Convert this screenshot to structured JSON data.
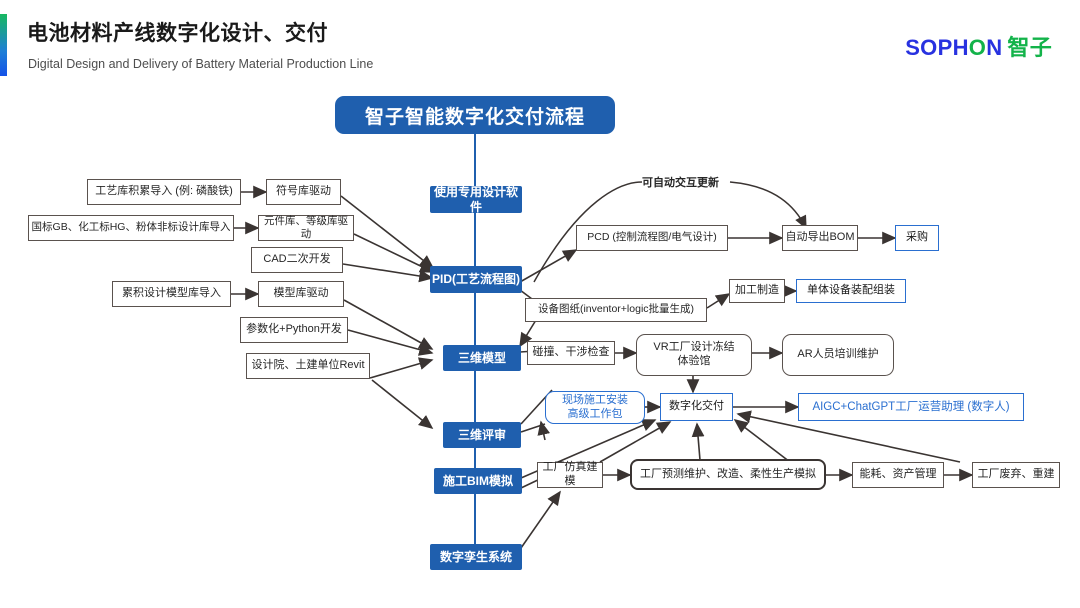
{
  "header": {
    "title_cn": "电池材料产线数字化设计、交付",
    "title_en": "Digital Design and Delivery of Battery Material Production Line",
    "logo_main": "SOPH",
    "logo_o1": "O",
    "logo_o2": "O",
    "logo_n": "N",
    "logo_cn": "智子",
    "accent_green": "#13b34a",
    "accent_blue": "#2832e0"
  },
  "banner": {
    "label": "智子智能数字化交付流程",
    "color": "#1f5fae"
  },
  "stages": [
    {
      "label": "使用专用设计软件"
    },
    {
      "label": "PID(工艺流程图)"
    },
    {
      "label": "三维模型"
    },
    {
      "label": "三维评审"
    },
    {
      "label": "施工BIM模拟"
    },
    {
      "label": "数字孪生系统"
    }
  ],
  "inputs": [
    {
      "label": "工艺库积累导入 (例: 磷酸铁)"
    },
    {
      "label": "国标GB、化工标HG、粉体非标设计库导入"
    },
    {
      "label": "累积设计模型库导入"
    }
  ],
  "drivers": [
    {
      "label": "符号库驱动"
    },
    {
      "label": "元件库、等级库驱动"
    },
    {
      "label": "CAD二次开发"
    },
    {
      "label": "模型库驱动"
    },
    {
      "label": "参数化+Python开发"
    },
    {
      "label": "设计院、土建单位Revit"
    }
  ],
  "right_top": {
    "curve_label": "可自动交互更新",
    "pcd": "PCD (控制流程图/电气设计)",
    "bom": "自动导出BOM",
    "purchase": "采购"
  },
  "right_mid": {
    "drawings": "设备图纸(inventor+logic批量生成)",
    "manufacture": "加工制造",
    "assembly": "单体设备装配组装",
    "clash": "碰撞、干涉检查",
    "vr": "VR工厂设计冻结\n体验馆",
    "vr_line1": "VR工厂设计冻结",
    "vr_line2": "体验馆",
    "ar": "AR人员培训维护"
  },
  "delivery_row": {
    "workpack_line1": "现场施工安装",
    "workpack_line2": "高级工作包",
    "digital_delivery": "数字化交付",
    "aigc": "AIGC+ChatGPT工厂运营助理 (数字人)"
  },
  "bottom_row": [
    {
      "label": "工厂仿真建模"
    },
    {
      "label": "工厂预测维护、改造、柔性生产模拟"
    },
    {
      "label": "能耗、资产管理"
    },
    {
      "label": "工厂废弃、重建"
    }
  ]
}
